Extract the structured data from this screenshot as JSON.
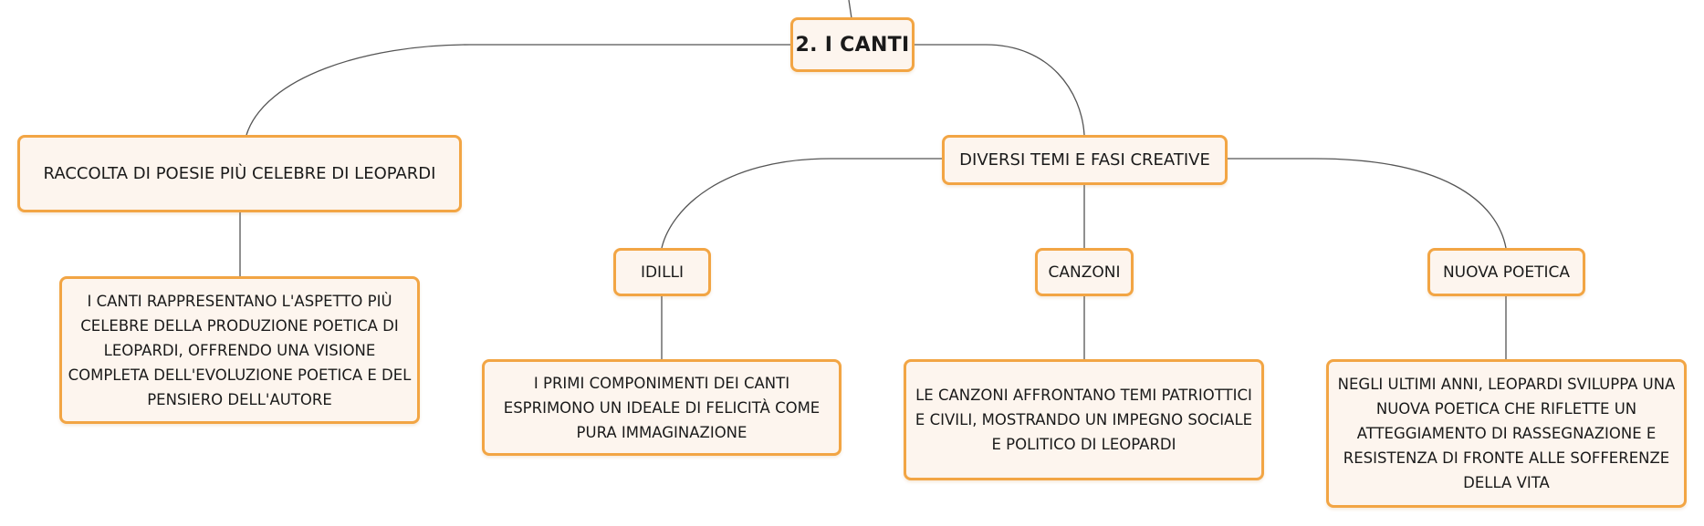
{
  "map": {
    "root": "2. I CANTI",
    "left_branch": {
      "label": "RACCOLTA DI POESIE PIÙ CELEBRE DI LEOPARDI",
      "detail": "I CANTI RAPPRESENTANO L'ASPETTO PIÙ CELEBRE DELLA PRODUZIONE POETICA DI LEOPARDI, OFFRENDO UNA VISIONE COMPLETA DELL'EVOLUZIONE POETICA E DEL PENSIERO DELL'AUTORE"
    },
    "right_branch": {
      "label": "DIVERSI TEMI E FASI CREATIVE",
      "children": [
        {
          "label": "IDILLI",
          "detail": "I PRIMI COMPONIMENTI DEI CANTI ESPRIMONO UN IDEALE DI FELICITÀ COME PURA IMMAGINAZIONE"
        },
        {
          "label": "CANZONI",
          "detail": "LE CANZONI AFFRONTANO TEMI PATRIOTTICI E CIVILI, MOSTRANDO UN IMPEGNO SOCIALE E POLITICO DI LEOPARDI"
        },
        {
          "label": "NUOVA POETICA",
          "detail": "NEGLI ULTIMI ANNI, LEOPARDI SVILUPPA UNA NUOVA POETICA CHE RIFLETTE UN ATTEGGIAMENTO DI RASSEGNAZIONE E RESISTENZA DI FRONTE ALLE SOFFERENZE DELLA VITA"
        }
      ]
    }
  },
  "colors": {
    "node_border": "#f2a544",
    "node_fill": "#fdf5ee",
    "connector": "#555555"
  }
}
